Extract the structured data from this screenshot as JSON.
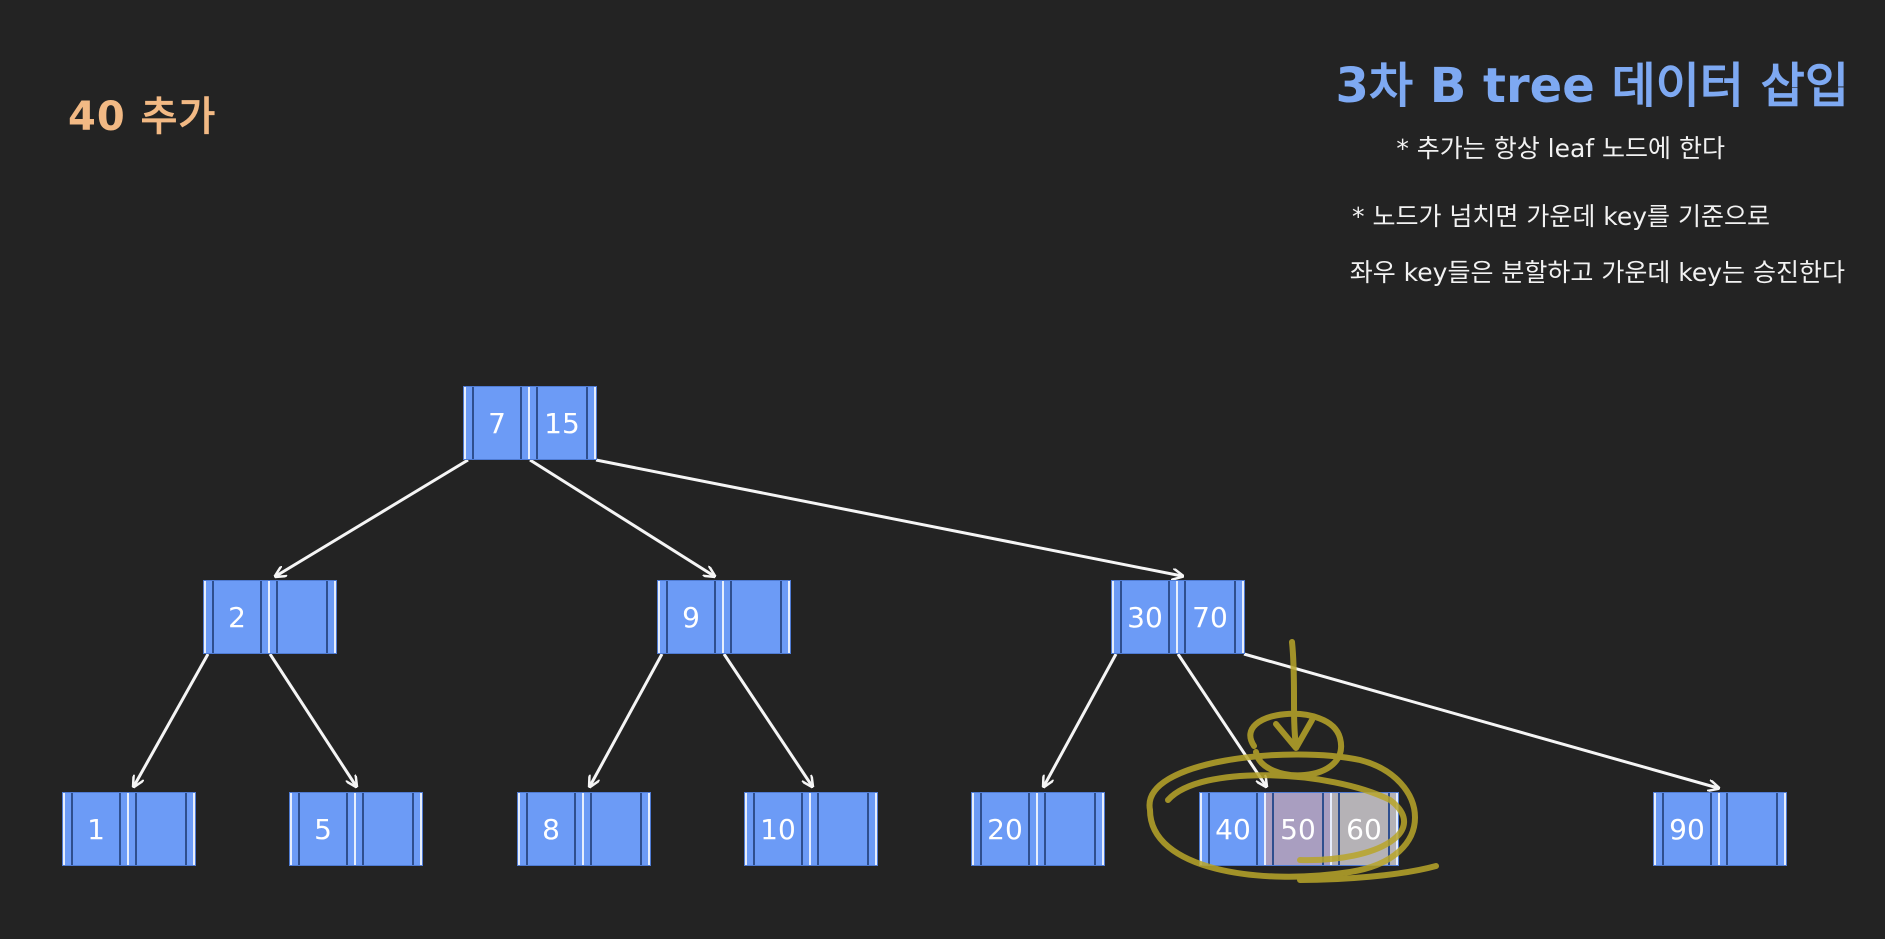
{
  "step_label": "40 추가",
  "title": "3차 B tree 데이터 삽입",
  "rules": [
    "* 추가는 항상 leaf 노드에 한다",
    "* 노드가 넘치면 가운데 key를 기준으로",
    "좌우 key들은 분할하고 가운데 key는 승진한다"
  ],
  "colors": {
    "node": "#6c9bf6",
    "highlight_marker": "#b9a62a",
    "title": "#7ea9f2",
    "step_label": "#f2b984"
  },
  "tree": {
    "root": {
      "keys": [
        "7",
        "15"
      ]
    },
    "level1": [
      {
        "keys": [
          "2",
          ""
        ]
      },
      {
        "keys": [
          "9",
          ""
        ]
      },
      {
        "keys": [
          "30",
          "70"
        ]
      }
    ],
    "leaves": [
      {
        "keys": [
          "1",
          ""
        ]
      },
      {
        "keys": [
          "5",
          ""
        ]
      },
      {
        "keys": [
          "8",
          ""
        ]
      },
      {
        "keys": [
          "10",
          ""
        ]
      },
      {
        "keys": [
          "20",
          ""
        ]
      },
      {
        "keys": [
          "40",
          "50",
          "60"
        ],
        "overflow": true
      },
      {
        "keys": [
          "90",
          ""
        ]
      }
    ]
  }
}
